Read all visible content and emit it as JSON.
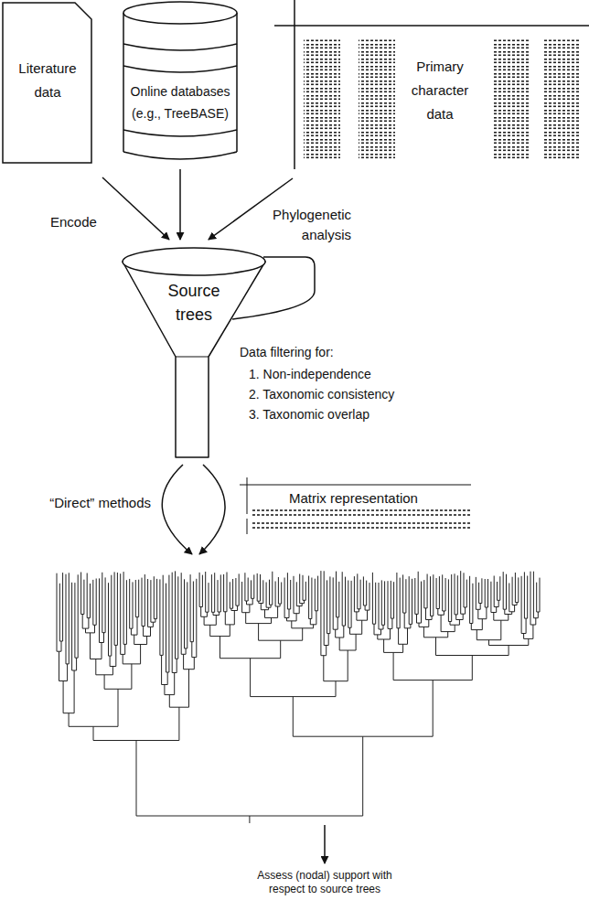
{
  "diagram": {
    "nodes": [
      {
        "text": [
          "Literature data"
        ]
      },
      {
        "text": [
          "Online databases (e.g., TreeBASE)"
        ]
      },
      {
        "text": [
          "Primary character data"
        ]
      },
      {
        "text": [
          "Source trees"
        ]
      }
    ],
    "edges": [
      {
        "from": 0,
        "to": 3,
        "arrow": "to",
        "label": "Encode"
      },
      {
        "from": 1,
        "to": 3,
        "arrow": "to"
      },
      {
        "from": 2,
        "to": 3,
        "arrow": "to",
        "label": "Phylogenetic analysis"
      }
    ],
    "labels": [
      "Data filtering for:",
      "1. Non-independence",
      "2. Taxonomic consistency",
      "3. Taxonomic overlap",
      "“Direct” methods",
      "Matrix representation",
      "Assess (nodal) support with respect to source trees"
    ]
  }
}
